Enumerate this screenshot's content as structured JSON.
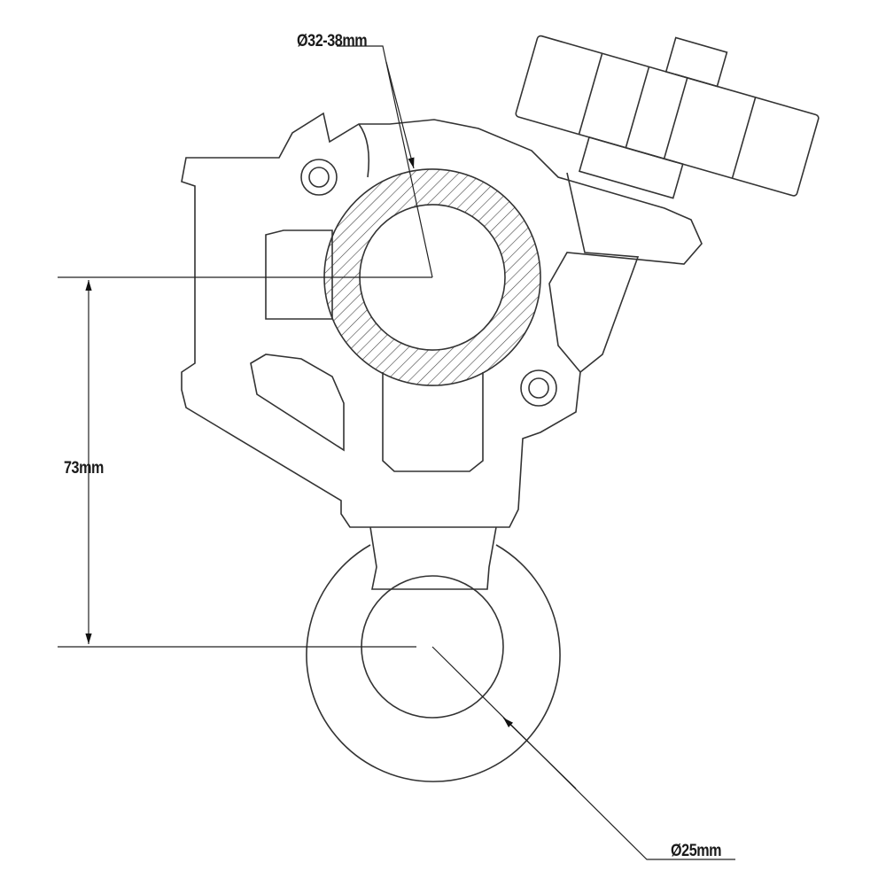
{
  "drawing": {
    "labels": {
      "tube_diameter": "Ø32-38mm",
      "center_distance": "73mm",
      "eye_diameter": "Ø25mm"
    },
    "colors": {
      "line": "#333333",
      "background": "#ffffff"
    }
  }
}
